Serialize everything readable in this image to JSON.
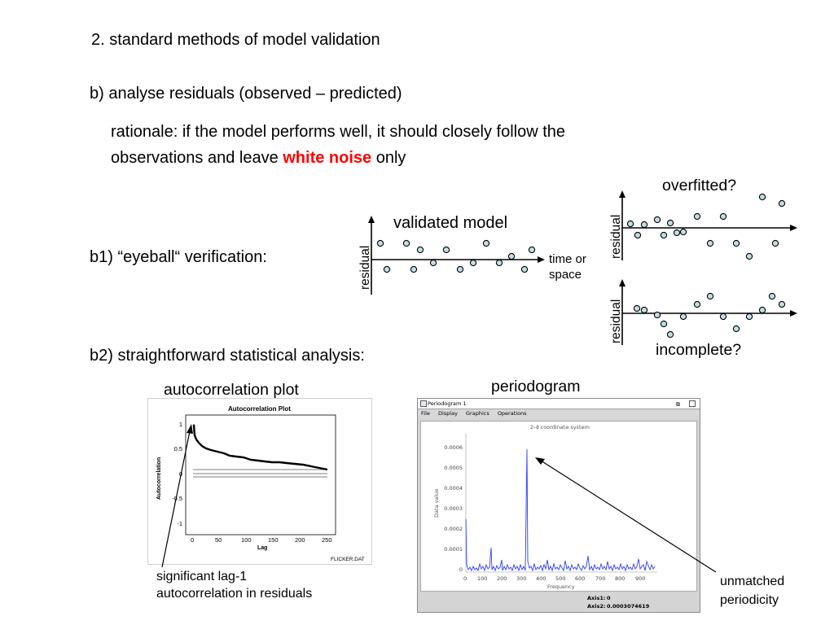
{
  "slide": {
    "heading": "2. standard methods of model validation",
    "subheading": "b)  analyse residuals (observed – predicted)",
    "rationale_line1": "rationale: if the model performs well, it should closely follow the",
    "rationale_line2_pre": "observations and leave ",
    "rationale_line2_em": "white noise",
    "rationale_line2_post": " only",
    "b1": "b1) “eyeball“ verification:",
    "b2": "b2) straightforward statistical analysis:",
    "accent_color": "#ff0000"
  },
  "residual_panels": {
    "validated": {
      "title": "validated model",
      "ylabel": "residual",
      "xlabel_1": "time or",
      "xlabel_2": "space"
    },
    "overfitted": {
      "title": "overfitted?",
      "ylabel": "residual"
    },
    "incomplete": {
      "title": "incomplete?",
      "ylabel": "residual"
    }
  },
  "autocorr": {
    "caption": "autocorrelation plot",
    "plot_title": "Autocorrelation Plot",
    "ylabel": "Autocorrelation",
    "xlabel": "Lag",
    "xticks": [
      "0",
      "50",
      "100",
      "150",
      "200",
      "250"
    ],
    "yticks": [
      "1",
      "0.5",
      "0",
      "-0.5",
      "-1"
    ],
    "source": "FLICKER.DAT",
    "annotation_1": "significant lag-1",
    "annotation_2": "autocorrelation in residuals"
  },
  "periodogram": {
    "caption": "periodogram",
    "window_title": "Periodogram 1",
    "menu": [
      "File",
      "Display",
      "Graphics",
      "Operations"
    ],
    "plot_title": "2-d coordinate system",
    "ylabel": "Data value",
    "xlabel": "Frequency",
    "yticks": [
      "0.0006",
      "0.0005",
      "0.0004",
      "0.0003",
      "0.0002",
      "0.0001",
      "0"
    ],
    "xticks": [
      "0",
      "100",
      "200",
      "300",
      "400",
      "500",
      "600",
      "700",
      "800",
      "900"
    ],
    "axis1_label": "Axis1:",
    "axis1_value": "0",
    "axis2_label": "Axis2:",
    "axis2_value": "0.0003074619",
    "annotation_1": "unmatched",
    "annotation_2": "periodicity"
  }
}
